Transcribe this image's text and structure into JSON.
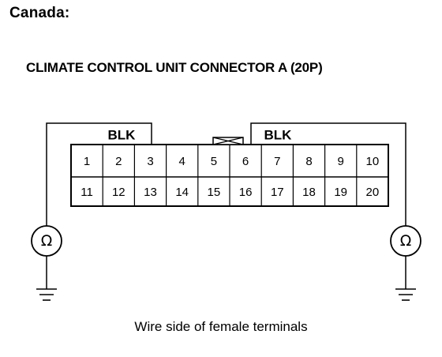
{
  "header": {
    "region": "Canada:",
    "title": "CLIMATE CONTROL UNIT CONNECTOR A (20P)"
  },
  "connector": {
    "top_row_pins": [
      "1",
      "2",
      "3",
      "4",
      "5",
      "6",
      "7",
      "8",
      "9",
      "10"
    ],
    "bottom_row_pins": [
      "11",
      "12",
      "13",
      "14",
      "15",
      "16",
      "17",
      "18",
      "19",
      "20"
    ]
  },
  "wires": {
    "left_wire_color": "BLK",
    "right_wire_color": "BLK"
  },
  "meters": {
    "left_symbol": "Ω",
    "right_symbol": "Ω"
  },
  "caption": "Wire side of female terminals",
  "icons": {
    "meter": "ohmmeter-icon",
    "ground": "ground-icon",
    "lock_tab": "lock-tab-icon"
  },
  "colors": {
    "line": "#000000",
    "background": "#ffffff"
  }
}
